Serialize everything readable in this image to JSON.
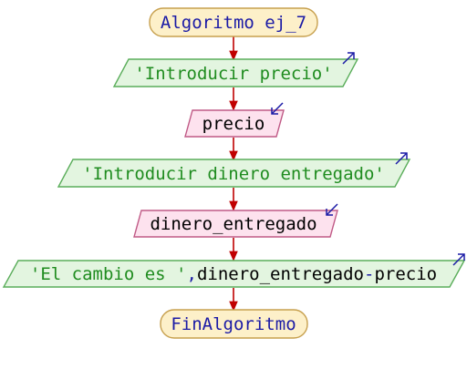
{
  "diagram": {
    "start": {
      "text": "Algoritmo ej_7"
    },
    "write1": {
      "text": "'Introducir precio'"
    },
    "read1": {
      "text": "precio"
    },
    "write2": {
      "text": "'Introducir dinero entregado'"
    },
    "read2": {
      "text": "dinero_entregado"
    },
    "write3": {
      "part1": "'El cambio es '",
      "part2": ",",
      "part3": "dinero_entregado",
      "part4": "-",
      "part5": "precio"
    },
    "end": {
      "text": "FinAlgoritmo"
    }
  },
  "colors": {
    "terminal_fill": "#fdf0c9",
    "terminal_stroke": "#c7a04e",
    "terminal_text": "#1a1aa6",
    "write_fill": "#e3f5e0",
    "write_stroke": "#5aad5a",
    "write_text": "#1f8c1f",
    "read_fill": "#fde2ee",
    "read_stroke": "#c05a86",
    "read_text": "#000000",
    "operator_text": "#1a1aa6",
    "arrow": "#c00000",
    "io_arrow": "#1a1aa6"
  },
  "icons": [
    "output-arrow-icon",
    "input-arrow-icon"
  ]
}
